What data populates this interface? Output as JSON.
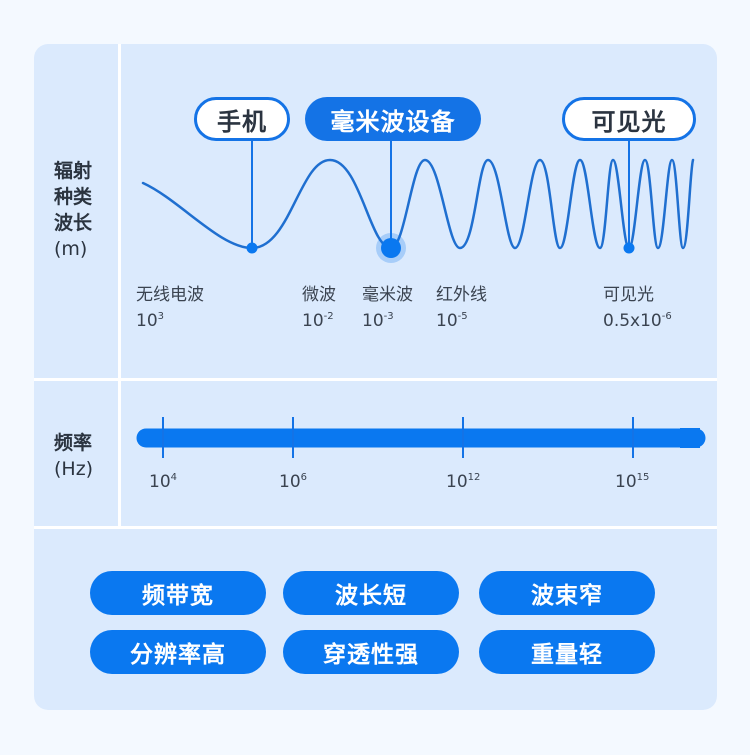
{
  "colors": {
    "page_bg": "#f4f9ff",
    "cell_bg": "#dbeafd",
    "accent": "#1473e6",
    "pill_bg": "#0a78f0",
    "text": "#2b3440"
  },
  "wavelength_row": {
    "label_lines": [
      "辐射",
      "种类",
      "波长"
    ],
    "unit": "(m)",
    "callouts": [
      {
        "label": "手机",
        "style": "outline"
      },
      {
        "label": "毫米波设备",
        "style": "filled"
      },
      {
        "label": "可见光",
        "style": "outline"
      }
    ],
    "bands": [
      {
        "name": "无线电波",
        "base": "10",
        "exp": "3"
      },
      {
        "name": "微波",
        "base": "10",
        "exp": "-2"
      },
      {
        "name": "毫米波",
        "base": "10",
        "exp": "-3"
      },
      {
        "name": "红外线",
        "base": "10",
        "exp": "-5"
      },
      {
        "name": "可见光",
        "base": "0.5x10",
        "exp": "-6"
      }
    ]
  },
  "frequency_row": {
    "label": "频率",
    "unit": "(Hz)",
    "ticks": [
      {
        "base": "10",
        "exp": "4"
      },
      {
        "base": "10",
        "exp": "6"
      },
      {
        "base": "10",
        "exp": "12"
      },
      {
        "base": "10",
        "exp": "15"
      }
    ]
  },
  "features": {
    "pills": [
      "频带宽",
      "波长短",
      "波束窄",
      "分辨率高",
      "穿透性强",
      "重量轻"
    ]
  }
}
